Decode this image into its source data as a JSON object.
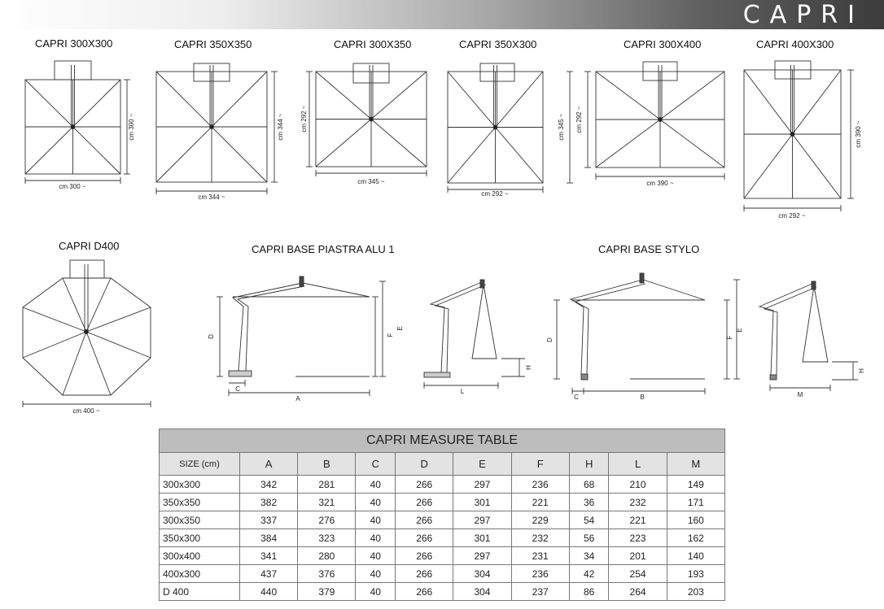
{
  "header": {
    "title": "CAPRI"
  },
  "plans": [
    {
      "name": "CAPRI 300X300",
      "width_label": "cm 300 ~",
      "height_label": "cm 300 ~"
    },
    {
      "name": "CAPRI 350X350",
      "width_label": "cm 344 ~",
      "height_label": "cm 344 ~"
    },
    {
      "name": "CAPRI 300X350",
      "width_label": "cm 345 ~",
      "height_label": "cm 292 ~"
    },
    {
      "name": "CAPRI 350X300",
      "width_label": "cm 292 ~",
      "height_label": "cm 345 ~"
    },
    {
      "name": "CAPRI 300X400",
      "width_label": "cm 390 ~",
      "height_label": "cm 292 ~"
    },
    {
      "name": "CAPRI 400X300",
      "width_label": "cm 292 ~",
      "height_label": "cm 390 ~"
    },
    {
      "name": "CAPRI D400",
      "width_label": "cm 400 ~"
    }
  ],
  "bases": [
    {
      "name": "CAPRI BASE PIASTRA ALU 1",
      "dims": {
        "d": "D",
        "f": "F",
        "e": "E",
        "c": "C",
        "a": "A",
        "h": "H",
        "l": "L"
      }
    },
    {
      "name": "CAPRI BASE STYLO",
      "dims": {
        "d": "D",
        "f": "F",
        "e": "E",
        "c": "C",
        "b": "B",
        "h": "H",
        "m": "M"
      }
    }
  ],
  "table": {
    "title": "CAPRI MEASURE TABLE",
    "columns": [
      "SIZE (cm)",
      "A",
      "B",
      "C",
      "D",
      "E",
      "F",
      "H",
      "L",
      "M"
    ],
    "rows": [
      [
        "300x300",
        "342",
        "281",
        "40",
        "266",
        "297",
        "236",
        "68",
        "210",
        "149"
      ],
      [
        "350x350",
        "382",
        "321",
        "40",
        "266",
        "301",
        "221",
        "36",
        "232",
        "171"
      ],
      [
        "300x350",
        "337",
        "276",
        "40",
        "266",
        "297",
        "229",
        "54",
        "221",
        "160"
      ],
      [
        "350x300",
        "384",
        "323",
        "40",
        "266",
        "301",
        "232",
        "56",
        "223",
        "162"
      ],
      [
        "300x400",
        "341",
        "280",
        "40",
        "266",
        "297",
        "231",
        "34",
        "201",
        "140"
      ],
      [
        "400x300",
        "437",
        "376",
        "40",
        "266",
        "304",
        "236",
        "42",
        "254",
        "193"
      ],
      [
        "D 400",
        "440",
        "379",
        "40",
        "266",
        "304",
        "237",
        "86",
        "264",
        "203"
      ]
    ]
  }
}
